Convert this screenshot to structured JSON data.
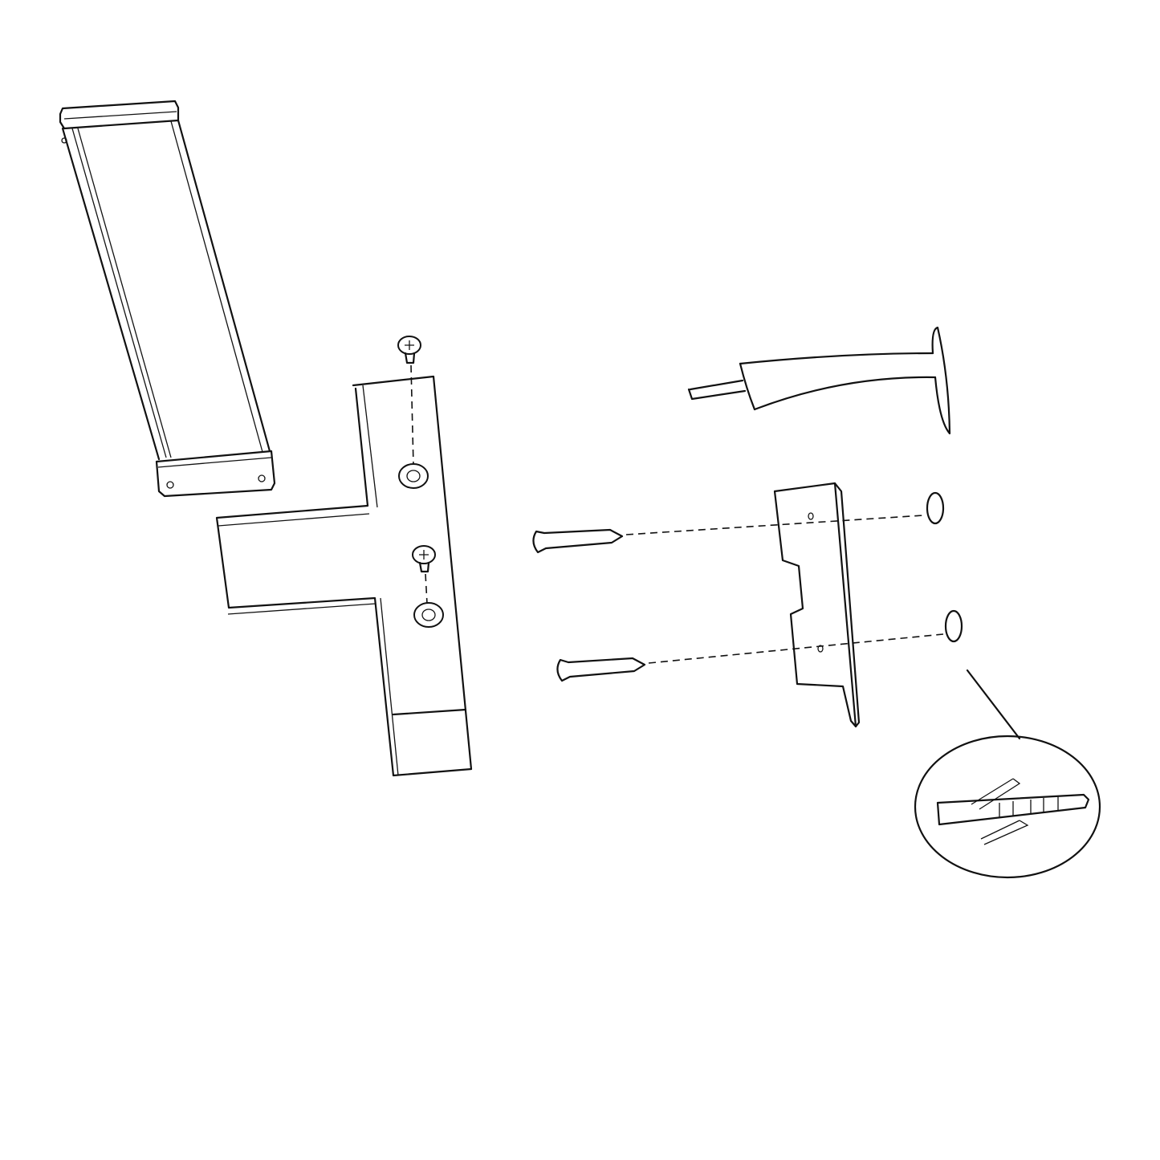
{
  "diagram": {
    "kind": "exploded assembly drawing",
    "line_color": "#111111",
    "background": "#ffffff",
    "parts": [
      "light-bar",
      "t-bracket",
      "mounting-screws",
      "washers",
      "cable-outlet",
      "wall-bracket",
      "wall-screws",
      "wall-plugs",
      "wall-plug-detail"
    ]
  }
}
